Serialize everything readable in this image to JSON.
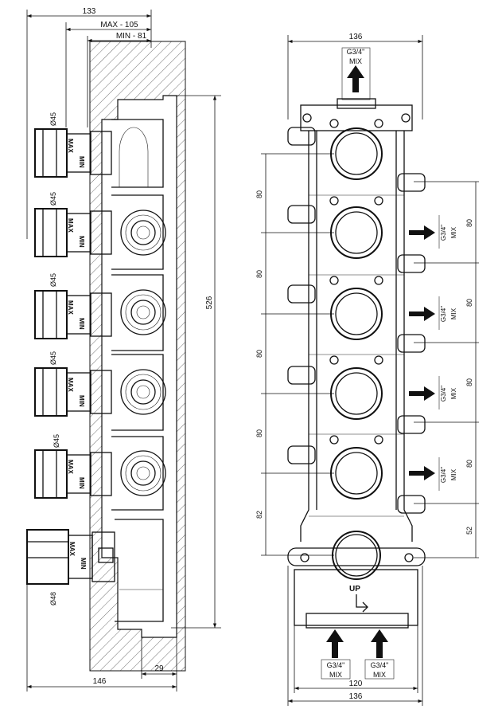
{
  "side_view": {
    "dim_total_depth": "133",
    "dim_max": "MAX - 105",
    "dim_min": "MIN - 81",
    "dim_height": "526",
    "dim_bottom_left": "146",
    "dim_bottom_right": "29",
    "knob_diameter_small": "Ø45",
    "knob_diameter_large": "Ø48",
    "label_max": "MAX",
    "label_min": "MIN"
  },
  "front_view": {
    "dim_top_width": "136",
    "dim_bottom_width_inner": "120",
    "dim_bottom_width_outer": "136",
    "left_spacing": [
      "80",
      "80",
      "80",
      "80",
      "82"
    ],
    "right_spacing": [
      "80",
      "80",
      "80",
      "80",
      "52"
    ],
    "outlet_thread": "G3/4\"",
    "outlet_label": "MIX",
    "up_label": "UP",
    "bottom_inlets": [
      {
        "thread": "G3/4\"",
        "label": "MIX"
      },
      {
        "thread": "G3/4\"",
        "label": "MIX"
      }
    ]
  }
}
